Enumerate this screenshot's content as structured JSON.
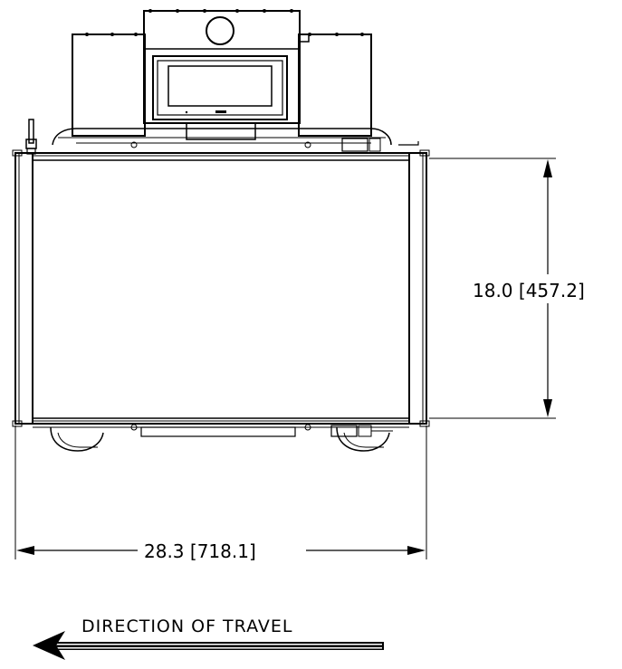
{
  "dimensions": {
    "height_label": "18.0  [457.2]",
    "width_label": "28.3  [718.1]"
  },
  "direction": {
    "label": "DIRECTION  OF  TRAVEL",
    "arrow_icon": "arrow-left-icon"
  },
  "colors": {
    "line": "#000000",
    "background": "#ffffff"
  }
}
